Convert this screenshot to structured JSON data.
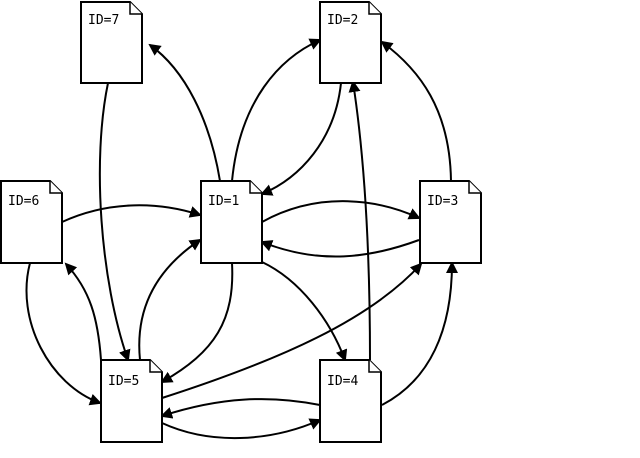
{
  "diagram": {
    "nodes": [
      {
        "id": "n7",
        "label": "ID=7"
      },
      {
        "id": "n2",
        "label": "ID=2"
      },
      {
        "id": "n6",
        "label": "ID=6"
      },
      {
        "id": "n1",
        "label": "ID=1"
      },
      {
        "id": "n3",
        "label": "ID=3"
      },
      {
        "id": "n5",
        "label": "ID=5"
      },
      {
        "id": "n4",
        "label": "ID=4"
      }
    ],
    "edges": [
      {
        "from": "ID=1",
        "to": "ID=7"
      },
      {
        "from": "ID=1",
        "to": "ID=2"
      },
      {
        "from": "ID=2",
        "to": "ID=1"
      },
      {
        "from": "ID=1",
        "to": "ID=3"
      },
      {
        "from": "ID=3",
        "to": "ID=1"
      },
      {
        "from": "ID=3",
        "to": "ID=2"
      },
      {
        "from": "ID=6",
        "to": "ID=1"
      },
      {
        "from": "ID=1",
        "to": "ID=5"
      },
      {
        "from": "ID=5",
        "to": "ID=1"
      },
      {
        "from": "ID=1",
        "to": "ID=4"
      },
      {
        "from": "ID=7",
        "to": "ID=5"
      },
      {
        "from": "ID=6",
        "to": "ID=5"
      },
      {
        "from": "ID=5",
        "to": "ID=6"
      },
      {
        "from": "ID=5",
        "to": "ID=3"
      },
      {
        "from": "ID=5",
        "to": "ID=4"
      },
      {
        "from": "ID=4",
        "to": "ID=5"
      },
      {
        "from": "ID=4",
        "to": "ID=2"
      },
      {
        "from": "ID=4",
        "to": "ID=3"
      }
    ]
  }
}
